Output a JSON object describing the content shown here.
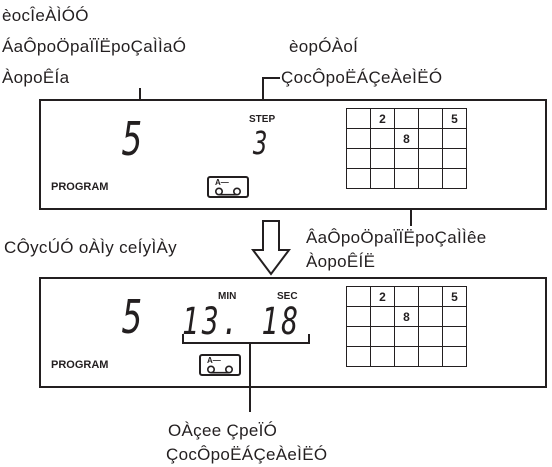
{
  "labels": {
    "top_left_1": "èocÎeÀÌÓÓ",
    "top_left_2": "ÁaÔpoÖpaÏÏËpoÇaÌÌaÓ",
    "top_left_3": "ÀopoÊÍa",
    "top_right_1": "èopÓÀoÍ",
    "top_right_2": "ÇocÔpoËÁÇeÀeÌËÓ",
    "middle_left": "CÔycÚÓ oÀÌy ceÍyÌÀy",
    "middle_right_1": "ÂaÔpoÖpaÏÏËpoÇaÌÌêe",
    "middle_right_2": "ÀopoÊÍË",
    "bottom_1": "OÀçee ÇpeÏÓ",
    "bottom_2": "ÇocÔpoËÁÇeÀeÌËÓ"
  },
  "panel1": {
    "track_digit": "5",
    "step_label": "STEP",
    "step_digit": "3",
    "program_label": "PROGRAM",
    "cassette_label": "A—",
    "grid": [
      [
        "",
        "2",
        "",
        "",
        "5"
      ],
      [
        "",
        "",
        "8",
        "",
        ""
      ],
      [
        "",
        "",
        "",
        "",
        ""
      ],
      [
        "",
        "",
        "",
        "",
        ""
      ]
    ]
  },
  "panel2": {
    "track_digit": "5",
    "min_label": "MIN",
    "sec_label": "SEC",
    "time_display": "13. 18",
    "program_label": "PROGRAM",
    "cassette_label": "A—",
    "grid": [
      [
        "",
        "2",
        "",
        "",
        "5"
      ],
      [
        "",
        "",
        "8",
        "",
        ""
      ],
      [
        "",
        "",
        "",
        "",
        ""
      ],
      [
        "",
        "",
        "",
        "",
        ""
      ]
    ]
  }
}
